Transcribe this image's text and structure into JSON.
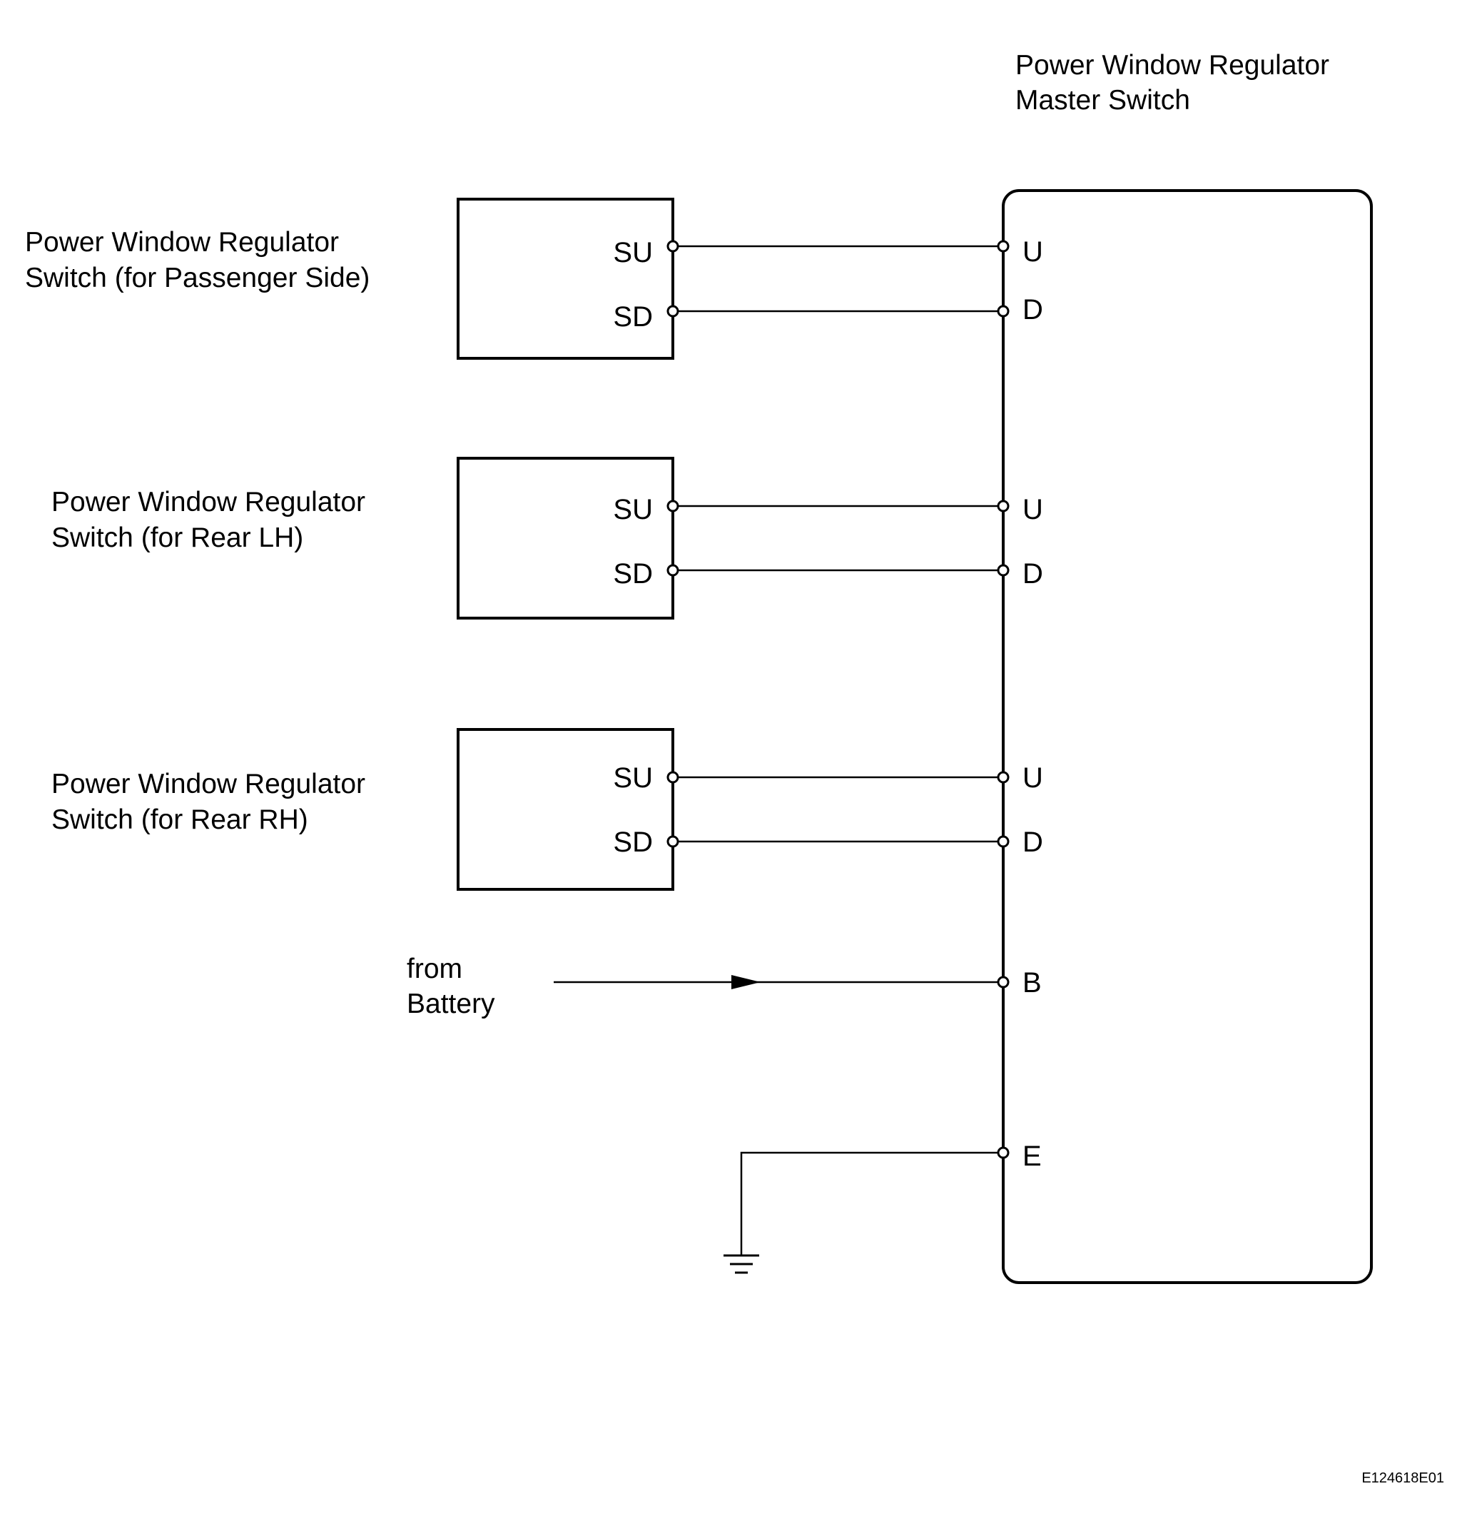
{
  "master": {
    "title_line1": "Power Window Regulator",
    "title_line2": "Master Switch",
    "pins": [
      "U",
      "D",
      "U",
      "D",
      "U",
      "D",
      "B",
      "E"
    ]
  },
  "switches": [
    {
      "title_line1": "Power Window Regulator",
      "title_line2": "Switch (for Passenger Side)",
      "pin_up": "SU",
      "pin_down": "SD"
    },
    {
      "title_line1": "Power Window Regulator",
      "title_line2": "Switch (for Rear LH)",
      "pin_up": "SU",
      "pin_down": "SD"
    },
    {
      "title_line1": "Power Window Regulator",
      "title_line2": "Switch (for Rear RH)",
      "pin_up": "SU",
      "pin_down": "SD"
    }
  ],
  "battery": {
    "line1": "from",
    "line2": "Battery"
  },
  "figure_code": "E124618E01"
}
